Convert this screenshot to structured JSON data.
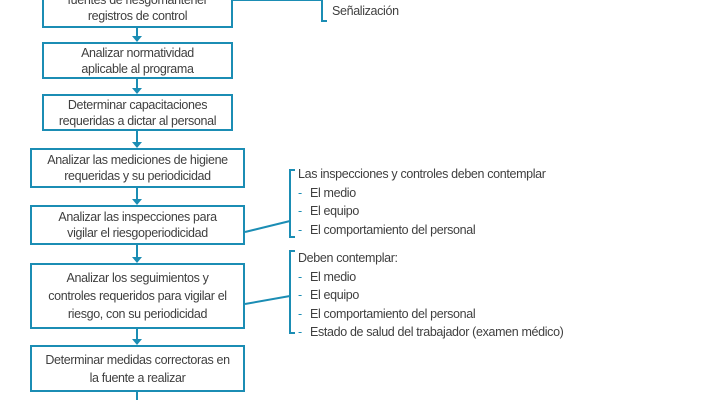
{
  "colors": {
    "accent": "#1b8db4",
    "text": "#3f3f3f"
  },
  "steps": [
    {
      "lines": [
        "fuentes de riesgomantener",
        "registros de control"
      ]
    },
    {
      "lines": [
        "Analizar normatividad",
        "aplicable al programa"
      ]
    },
    {
      "lines": [
        "Determinar capacitaciones",
        "requeridas a dictar al personal"
      ]
    },
    {
      "lines": [
        "Analizar las mediciones de higiene",
        "requeridas y su periodicidad"
      ]
    },
    {
      "lines": [
        "Analizar las inspecciones para",
        "vigilar el riesgoperiodicidad"
      ]
    },
    {
      "lines": [
        "Analizar los seguimientos y",
        "controles requeridos para vigilar el",
        "riesgo, con su periodicidad"
      ]
    },
    {
      "lines": [
        "Determinar medidas correctoras en",
        "la fuente a realizar"
      ]
    }
  ],
  "notes": {
    "top": {
      "items": [
        "Señalización"
      ]
    },
    "inspections": {
      "heading": "Las inspecciones y controles deben contemplar",
      "items": [
        "El medio",
        "El equipo",
        "El comportamiento del personal"
      ]
    },
    "followups": {
      "heading": "Deben contemplar:",
      "items": [
        "El medio",
        "El equipo",
        "El comportamiento del personal",
        "Estado de salud del trabajador (examen médico)"
      ]
    }
  }
}
